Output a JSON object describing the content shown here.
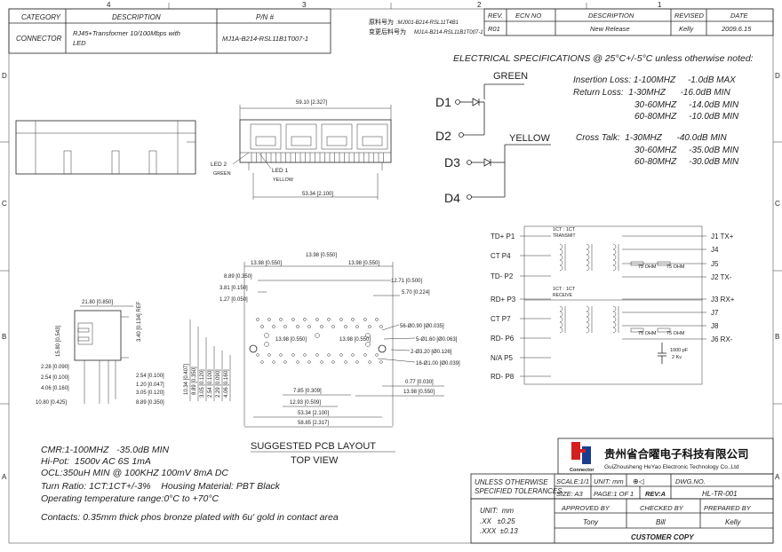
{
  "border": {
    "top_numbers": [
      "4",
      "3",
      "2",
      "1"
    ],
    "side_letters": [
      "D",
      "C",
      "B",
      "A"
    ]
  },
  "title_left": {
    "headers": [
      "CATEGORY",
      "DESCRIPTION",
      "P/N #"
    ],
    "category": "CONNECTOR",
    "description_line1": "RJ45+Transformer 10/100Mbps with",
    "description_line2": "LED",
    "pn": "MJ1A-B214-RSL11B1T007-1"
  },
  "part_change": {
    "orig_label": "原料号为",
    "orig_value": ":MJ001-B214-RSL11T4B1",
    "new_label": "变更后料号为",
    "new_value": "MJ1A-B214-RSL11B1T007-1"
  },
  "revision": {
    "headers": [
      "REV.",
      "ECN NO",
      "DESCRIPTION",
      "REVISED",
      "DATE"
    ],
    "rows": [
      {
        "rev": "R01",
        "ecn": "",
        "description": "New Release",
        "revised": "Kelly",
        "date": "2009.6.15"
      }
    ]
  },
  "electrical": {
    "title": "ELECTRICAL SPECIFICATIONS @ 25°C+/-5°C unless otherwise noted:",
    "lines": [
      "Insertion Loss: 1-100MHZ     -1.0dB MAX",
      "Return Loss:  1-30MHZ      -16.0dB MIN",
      "30-60MHZ     -14.0dB MIN",
      "60-80MHZ     -10.0dB MIN",
      "Cross Talk:  1-30MHZ      -40.0dB MIN",
      "30-60MHZ     -35.0dB MIN",
      "60-80MHZ     -30.0dB MIN"
    ]
  },
  "leds": {
    "green_label": "GREEN",
    "yellow_label": "YELLOW",
    "pins": [
      "D1",
      "D2",
      "D3",
      "D4"
    ]
  },
  "front_view": {
    "width_top": "59.10 [2.327]",
    "width_bottom": "53.34 [2.100]",
    "led2": "LED 2",
    "led2_color": "GREEN",
    "led1": "LED 1",
    "led1_color": "YELLOW"
  },
  "side_view": {
    "dims": [
      "21.80 [0.850]",
      "15.80 [0.543]",
      "3.40 [0.134] REF",
      "2.28 [0.090]",
      "2.54 [0.100]",
      "4.06 [0.160]",
      "10.80 [0.425]",
      "2.54 [0.100]",
      "1.20 [0.047]",
      "3.05 [0.120]",
      "8.89 [0.350]"
    ]
  },
  "pcb": {
    "top_dims": [
      "13.98 [0.550]",
      "13.98 [0.550]",
      "13.98 [0.550]",
      "8.89 [0.350]",
      "3.81 [0.150]",
      "1.27 [0.050]",
      "12.71 [0.500]",
      "5.70 [0.224]"
    ],
    "hole_notes": [
      "56-Ø0.90 [Ø0.035]",
      "5-Ø1.60 [Ø0.063]",
      "2-Ø3.20 [Ø0.126]",
      "16-Ø1.00 [Ø0.039]"
    ],
    "inner_dims": [
      "13.98 [0.550]",
      "13.98 [0.550]"
    ],
    "left_dims": [
      "10.34 [0.407]",
      "8.89 [0.350]",
      "3.05 [0.120]",
      "2.54 [0.100]",
      "2.29 [0.090]",
      "4.06 [0.160]"
    ],
    "bottom_dims": [
      "7.85 [0.309]",
      "12.93 [0.509]",
      "53.34 [2.100]",
      "58.85 [2.317]",
      "0.77 [0.030]",
      "13.98 [0.550]"
    ],
    "caption1": "SUGGESTED PCB LAYOUT",
    "caption2": "TOP VIEW"
  },
  "schematic": {
    "left_pins": [
      "TD+ P1",
      "CT P4",
      "TD- P2",
      "RD+ P3",
      "CT P7",
      "RD- P6",
      "N/A P5",
      "RD- P8"
    ],
    "right_pins": [
      "J1 TX+",
      "J4",
      "J5",
      "J2 TX-",
      "J3 RX+",
      "J7",
      "J8",
      "J6 RX-"
    ],
    "ratio_tx": "1CT : 1CT",
    "label_tx": "TRANSMIT",
    "ratio_rx": "1CT : 1CT",
    "label_rx": "RECEIVE",
    "resistors": [
      "75 OHM",
      "75 OHM",
      "75 OHM",
      "75 OHM"
    ],
    "cap_line1": "1000 pF",
    "cap_line2": "2 Kv"
  },
  "notes": [
    "CMR:1-100MHZ   -35.0dB MIN",
    "Hi-Pot:  1500v AC 6S 1mA",
    "OCL:350uH MIN @ 100KHZ 100mV 8mA DC",
    "Turn Ratio: 1CT:1CT+/-3%    Housing Material: PBT Black",
    "Operating temperature range:0°C to +70°C",
    "Contacts: 0.35mm thick phos bronze plated with 6u' gold in contact area"
  ],
  "title_block": {
    "company_cn": "贵州省合曜电子科技有限公司",
    "company_en": "GuiZhousheng HeYao Electronic Technology Co.,Ltd",
    "logo_word": "Connector",
    "tolerance1": "UNLESS OTHERWISE",
    "tolerance2": "SPECIFIED TOLERANCES",
    "scale": "SCALE:1/1",
    "unit_label": "UNIT: mm",
    "dwg_label": "DWG.NO.",
    "size": "SIZE: A3",
    "page": "PAGE:1 OF 1",
    "rev": "REV:A",
    "dwg_no": "HL-TR-001",
    "units": "UNIT:  mm",
    "tol_xx": ".XX   ±0.25",
    "tol_xxx": ".XXX  ±0.13",
    "approved_by": "APPROVED BY",
    "checked_by": "CHECKED BY",
    "prepared_by": "PREPARED BY",
    "approver": "Tony",
    "checker": "Bill",
    "preparer": "Kelly",
    "customer": "CUSTOMER COPY"
  }
}
